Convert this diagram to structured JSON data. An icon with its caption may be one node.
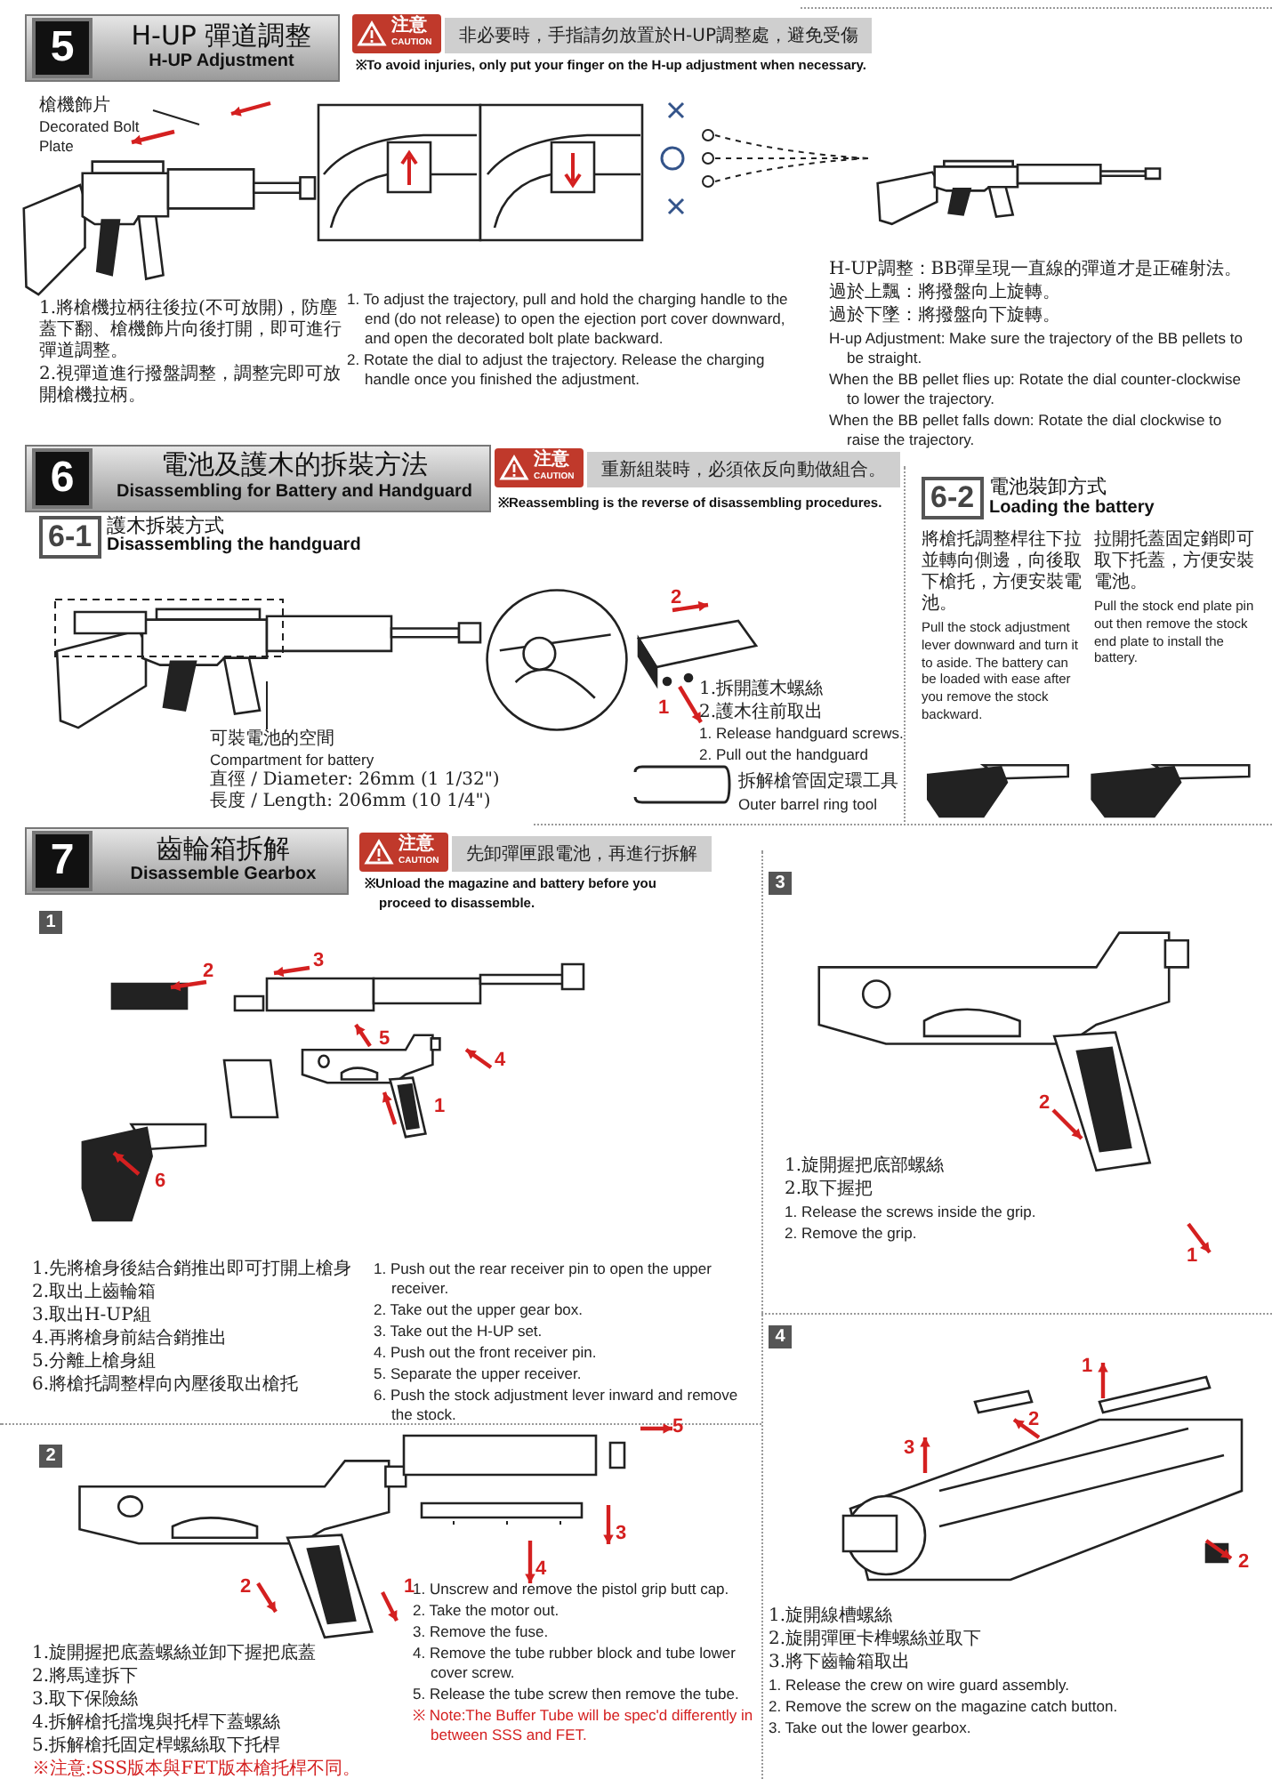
{
  "diagram": {
    "nodes": [
      {
        "text": [
          "槍機飾片",
          "Decorated Bolt Plate"
        ]
      },
      {
        "text": [
          "可裝電池的空間",
          "Compartment for battery",
          "直徑 / Diameter: 26mm (1 1/32\")",
          "長度 / Length: 206mm (10 1/4\")"
        ]
      }
    ],
    "edges": [
      {
        "from": 0,
        "to": null,
        "arrow": "none"
      },
      {
        "from": 1,
        "to": null,
        "arrow": "none"
      }
    ],
    "labels": [
      "5",
      "H-UP 彈道調整",
      "H-UP Adjustment",
      "注意",
      "CAUTION",
      "非必要時，手指請勿放置於H-UP調整處，避免受傷",
      "※To avoid injuries, only put your finger on the H-up adjustment when necessary.",
      "1.將槍機拉柄往後拉(不可放開)，防塵蓋下翻、槍機飾片向後打開，即可進行彈道調整。",
      "2.視彈道進行撥盤調整，調整完即可放開槍機拉柄。",
      "1. To adjust the trajectory, pull and hold the charging handle to the end (do not release) to open the ejection port cover downward, and open the decorated bolt plate backward.",
      "2. Rotate the dial to adjust the trajectory. Release the charging handle once you finished the adjustment.",
      "H-UP調整：BB彈呈現一直線的彈道才是正確射法。",
      "過於上飄：將撥盤向上旋轉。",
      "過於下墜：將撥盤向下旋轉。",
      "H-up Adjustment: Make sure the trajectory of the BB pellets to be straight.",
      "When the BB pellet flies up: Rotate the dial counter-clockwise to lower the trajectory.",
      "When the BB pellet falls down: Rotate the dial clockwise to raise the trajectory.",
      "6",
      "電池及護木的拆裝方法",
      "Disassembling for Battery and Handguard",
      "注意",
      "CAUTION",
      "重新組裝時，必須依反向動做組合。",
      "※Reassembling is the reverse of disassembling procedures.",
      "6-1",
      "護木拆裝方式",
      "Disassembling the handguard",
      "2",
      "1",
      "1.拆開護木螺絲",
      "2.護木往前取出",
      "1. Release handguard screws.",
      "2. Pull out the handguard",
      "拆解槍管固定環工具",
      "Outer barrel ring tool",
      "6-2",
      "電池裝卸方式",
      "Loading the battery",
      "將槍托調整桿往下拉並轉向側邊，向後取下槍托，方便安裝電池。",
      "Pull the stock adjustment lever downward and turn it to aside. The battery can be loaded with ease after you remove the stock backward.",
      "拉開托蓋固定銷即可取下托蓋，方便安裝電池。",
      "Pull the stock end plate pin out then remove the stock end plate to install the battery.",
      "7",
      "齒輪箱拆解",
      "Disassemble Gearbox",
      "注意",
      "CAUTION",
      "先卸彈匣跟電池，再進行拆解",
      "※Unload the magazine and battery before you proceed to disassemble.",
      "1",
      "2",
      "3",
      "5",
      "4",
      "1",
      "6",
      "1.先將槍身後結合銷推出即可打開上槍身",
      "2.取出上齒輪箱",
      "3.取出H-UP組",
      "4.再將槍身前結合銷推出",
      "5.分離上槍身組",
      "6.將槍托調整桿向內壓後取出槍托",
      "1. Push out the rear receiver pin to open the upper receiver.",
      "2. Take out the upper gear box.",
      "3. Take out the H-UP set.",
      "4. Push out the front receiver pin.",
      "5. Separate the upper receiver.",
      "6. Push the stock adjustment lever inward and remove the stock.",
      "2",
      "5",
      "3",
      "4",
      "2",
      "1",
      "1.旋開握把底蓋螺絲並卸下握把底蓋",
      "2.將馬達拆下",
      "3.取下保險絲",
      "4.拆解槍托擋塊與托桿下蓋螺絲",
      "5.拆解槍托固定桿螺絲取下托桿",
      "※注意:SSS版本與FET版本槍托桿不同。",
      "1. Unscrew and remove the pistol grip butt cap.",
      "2. Take the motor out.",
      "3. Remove the fuse.",
      "4. Remove the tube rubber block and tube lower cover screw.",
      "5. Release the tube screw then remove the tube.",
      "※ Note:The Buffer Tube will be spec'd differently in between SSS and FET.",
      "3",
      "2",
      "1",
      "1.旋開握把底部螺絲",
      "2.取下握把",
      "1. Release the screws inside the grip.",
      "2. Remove the grip.",
      "4",
      "1",
      "3",
      "2",
      "2",
      "1.旋開線槽螺絲",
      "2.旋開彈匣卡榫螺絲並取下",
      "3.將下齒輪箱取出",
      "1. Release the crew on wire guard assembly.",
      "2. Remove the screw on the magazine catch button.",
      "3. Take out the lower gearbox."
    ]
  }
}
